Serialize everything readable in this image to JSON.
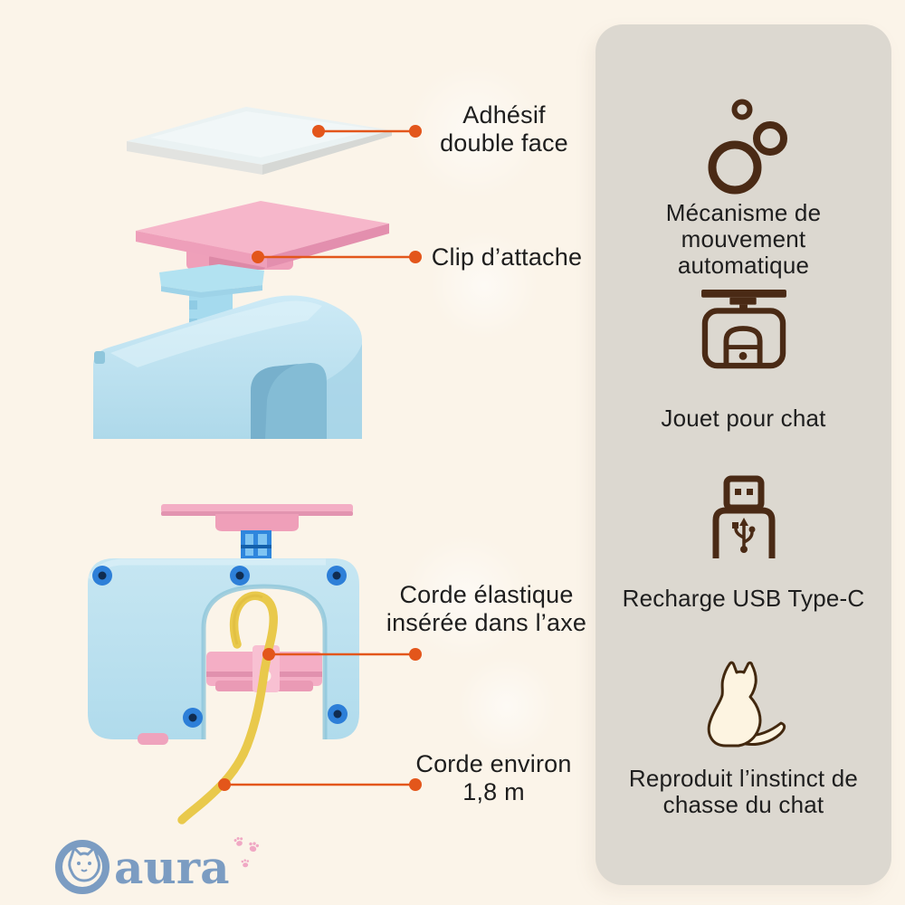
{
  "page": {
    "background": "#fbf4e9"
  },
  "palette": {
    "panel_bg": "#dcd8d0",
    "text_dark": "#1e1e1e",
    "accent_orange": "#e3561b",
    "icon_brown": "#4a2a15",
    "body_blue": "#bfe2ef",
    "part_pink": "#f4aec5",
    "cord_yellow": "#e9c94b",
    "screw_blue": "#2d7fd8",
    "logo_blue": "#7b9cc2",
    "paw_pink": "#efa0c0"
  },
  "callouts": [
    {
      "id": "adhesive",
      "lines": [
        "Adhésif",
        "double face"
      ]
    },
    {
      "id": "clip",
      "lines": [
        "Clip d’attache"
      ]
    },
    {
      "id": "cord-axle",
      "lines": [
        "Corde élastique",
        "insérée dans l’axe"
      ]
    },
    {
      "id": "cord-length",
      "lines": [
        "Corde environ",
        "1,8 m"
      ]
    }
  ],
  "features": [
    {
      "icon": "bubbles-icon",
      "label": "Mécanisme de mouvement automatique"
    },
    {
      "icon": "cat-toy-icon",
      "label": "Jouet pour chat"
    },
    {
      "icon": "usb-plug-icon",
      "label": "Recharge USB Type-C"
    },
    {
      "icon": "cat-silhouette-icon",
      "label": "Reproduit l’instinct de chasse du chat"
    }
  ],
  "logo": {
    "brand": "aura"
  }
}
